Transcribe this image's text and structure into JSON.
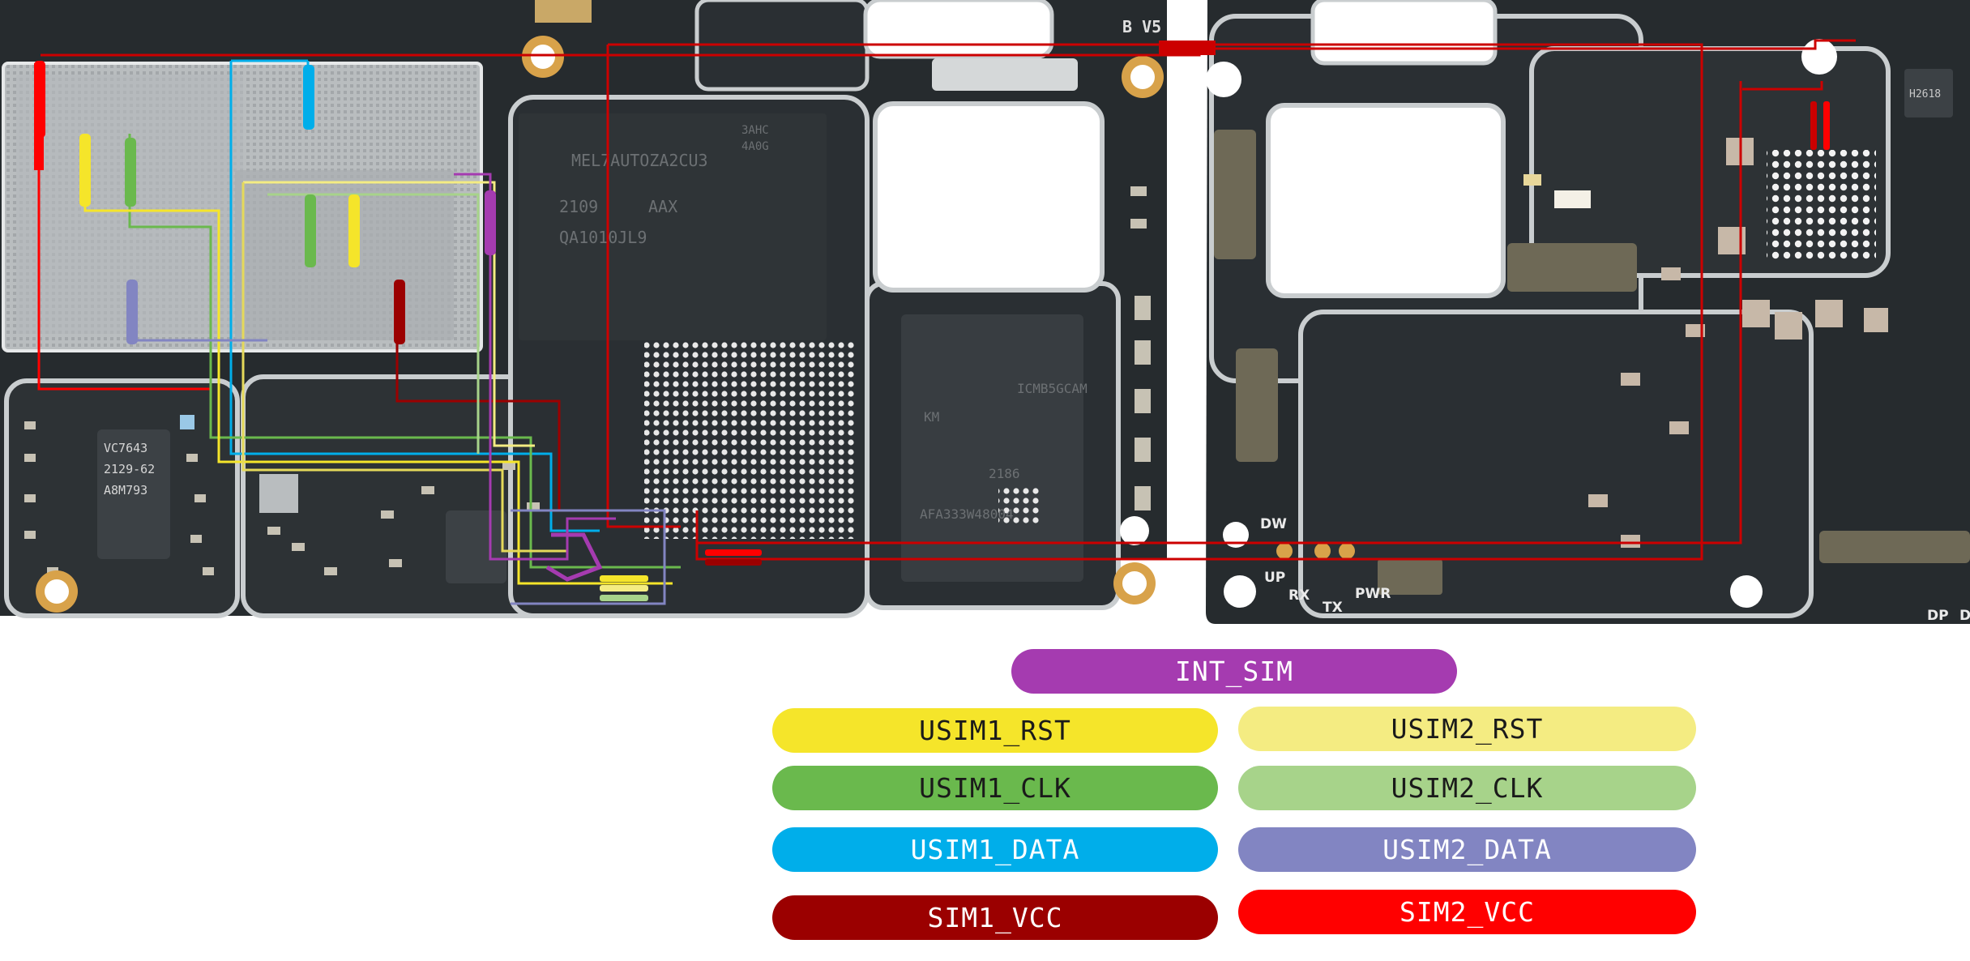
{
  "board": {
    "chips": {
      "pmic_line1": "VC7643",
      "pmic_line2": "2129-62",
      "pmic_line3": "A8M793",
      "cpu_line1": "MEL7AUTOZA2CU3",
      "cpu_line2": "2109",
      "cpu_line3": "AAX",
      "cpu_line4": "QA1010JL9",
      "cpu_line5": "3AHC",
      "cpu_line6": "4A0G",
      "mem_line1": "ICMB5GCAM",
      "mem_line2": "KM",
      "mem_line3": "AFA333W48004",
      "mem_line4": "2186",
      "small_ic": "H2618",
      "rev": "B V5"
    },
    "test_points": [
      "DW",
      "UP",
      "RX",
      "TX",
      "PWR",
      "DP",
      "DI"
    ],
    "pad_tags": [
      "SIM2_VCC",
      "USIM2_RST",
      "USIM2_CLK",
      "USIM1_DATA",
      "USIM1_CLK",
      "USIM1_RST",
      "USIM2_DATA",
      "SIM1_VCC",
      "INT_SIM"
    ]
  },
  "legend": {
    "int_sim": "INT_SIM",
    "usim1_rst": "USIM1_RST",
    "usim2_rst": "USIM2_RST",
    "usim1_clk": "USIM1_CLK",
    "usim2_clk": "USIM2_CLK",
    "usim1_data": "USIM1_DATA",
    "usim2_data": "USIM2_DATA",
    "sim1_vcc": "SIM1_VCC",
    "sim2_vcc": "SIM2_VCC"
  },
  "colors": {
    "int_sim": "#a53bb0",
    "usim1_rst": "#f5e52a",
    "usim2_rst": "#f4ec82",
    "usim1_clk": "#6ab94d",
    "usim2_clk": "#a7d38a",
    "usim1_data": "#00aeea",
    "usim2_data": "#8285c2",
    "sim1_vcc": "#9b0000",
    "sim2_vcc": "#ff0000",
    "pcb": "#252a2d",
    "trace_outline": "#cc0000"
  }
}
